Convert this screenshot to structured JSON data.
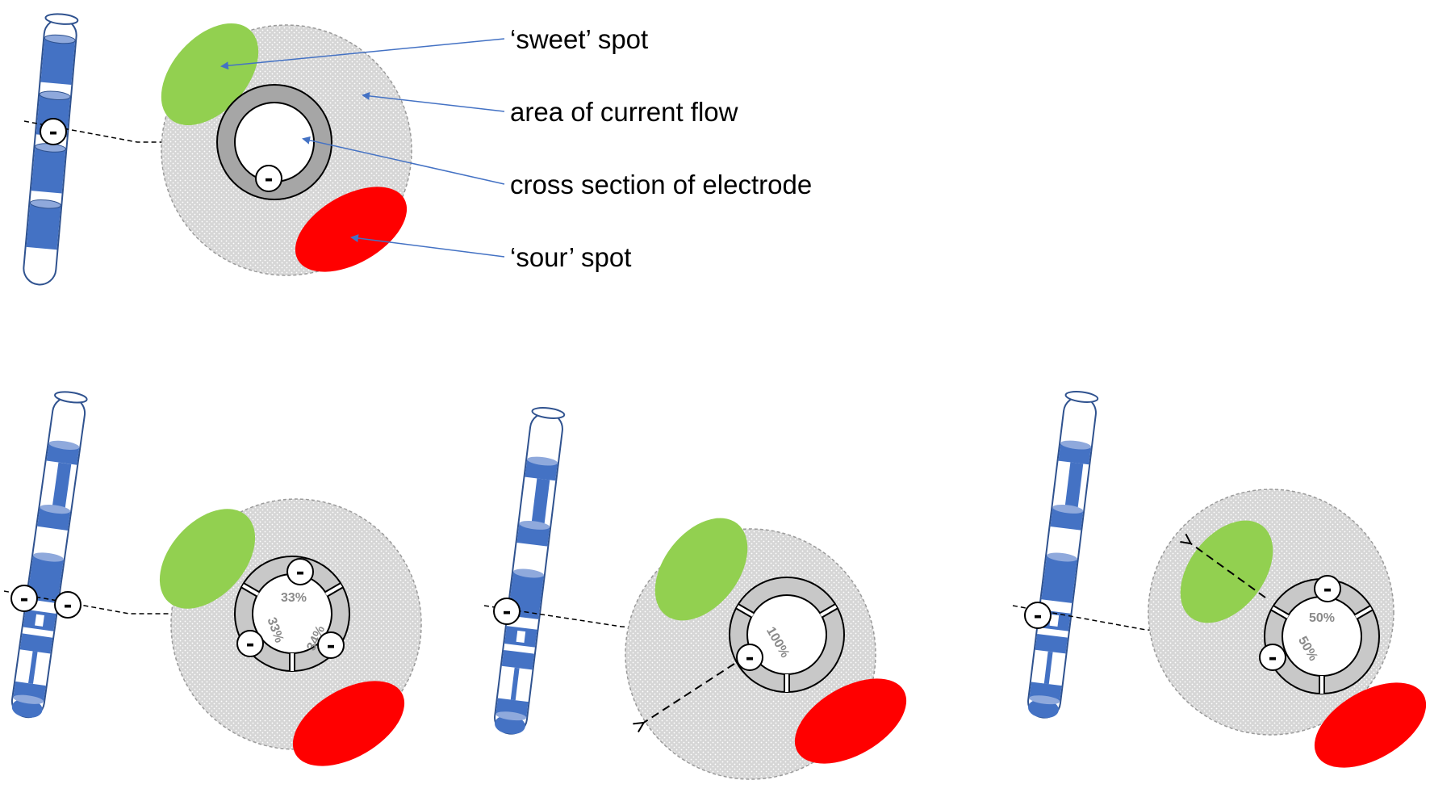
{
  "labels": {
    "sweet_spot": "‘sweet’ spot",
    "current_flow": "area of current flow",
    "electrode_section": "cross section of electrode",
    "sour_spot": "‘sour’ spot"
  },
  "contact_symbol": "-",
  "panels": [
    {
      "id": "omnidirectional",
      "mode": "ring",
      "percentages": []
    },
    {
      "id": "three-segment-equal",
      "mode": "directional",
      "percentages": [
        "33%",
        "33%",
        "34%"
      ]
    },
    {
      "id": "single-segment-steered",
      "mode": "directional",
      "percentages": [
        "100%"
      ]
    },
    {
      "id": "two-segment-steered",
      "mode": "directional",
      "percentages": [
        "50%",
        "50%"
      ]
    }
  ],
  "colors": {
    "electrode_blue": "#4472c4",
    "electrode_light": "#8fa9dc",
    "sweet_spot": "#92d050",
    "sour_spot": "#ff0000",
    "current_field": "#d8d8d8",
    "electrode_ring": "#a6a6a6",
    "pointer_line": "#4472c4",
    "percent_text": "#8a8a8a"
  }
}
